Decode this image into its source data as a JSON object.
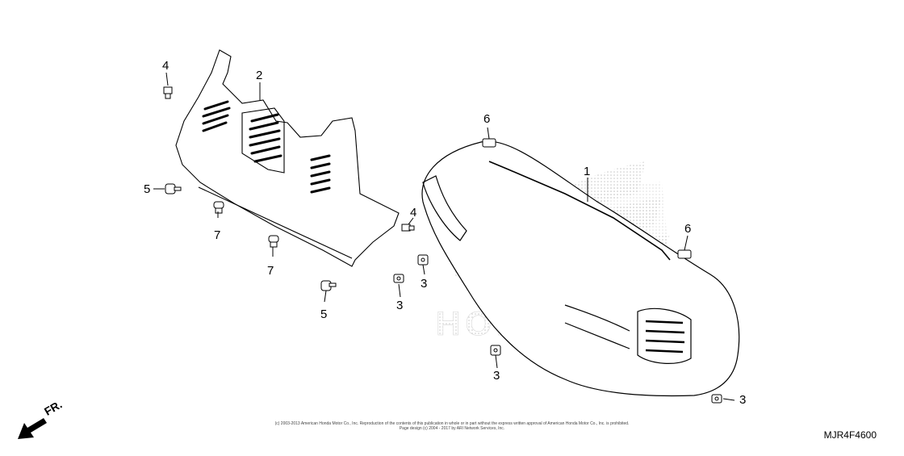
{
  "diagram": {
    "code": "MJR4F4600",
    "copyright_line1": "(c) 2003-2013 American Honda Motor Co., Inc. Reproduction of the contents of this publication in whole or in part without the express written approval of American Honda Motor Co., Inc. is prohibited.",
    "copyright_line2": "Page design (c) 2004 - 2017 by ARI Network Services, Inc.",
    "front_arrow_label": "FR.",
    "watermark": "HONDA"
  },
  "callouts": [
    {
      "id": "c1",
      "label": "1"
    },
    {
      "id": "c2",
      "label": "2"
    },
    {
      "id": "c3a",
      "label": "3"
    },
    {
      "id": "c3b",
      "label": "3"
    },
    {
      "id": "c3c",
      "label": "3"
    },
    {
      "id": "c3d",
      "label": "3"
    },
    {
      "id": "c4a",
      "label": "4"
    },
    {
      "id": "c4b",
      "label": "4"
    },
    {
      "id": "c5a",
      "label": "5"
    },
    {
      "id": "c5b",
      "label": "5"
    },
    {
      "id": "c6a",
      "label": "6"
    },
    {
      "id": "c6b",
      "label": "6"
    },
    {
      "id": "c7a",
      "label": "7"
    },
    {
      "id": "c7b",
      "label": "7"
    }
  ]
}
